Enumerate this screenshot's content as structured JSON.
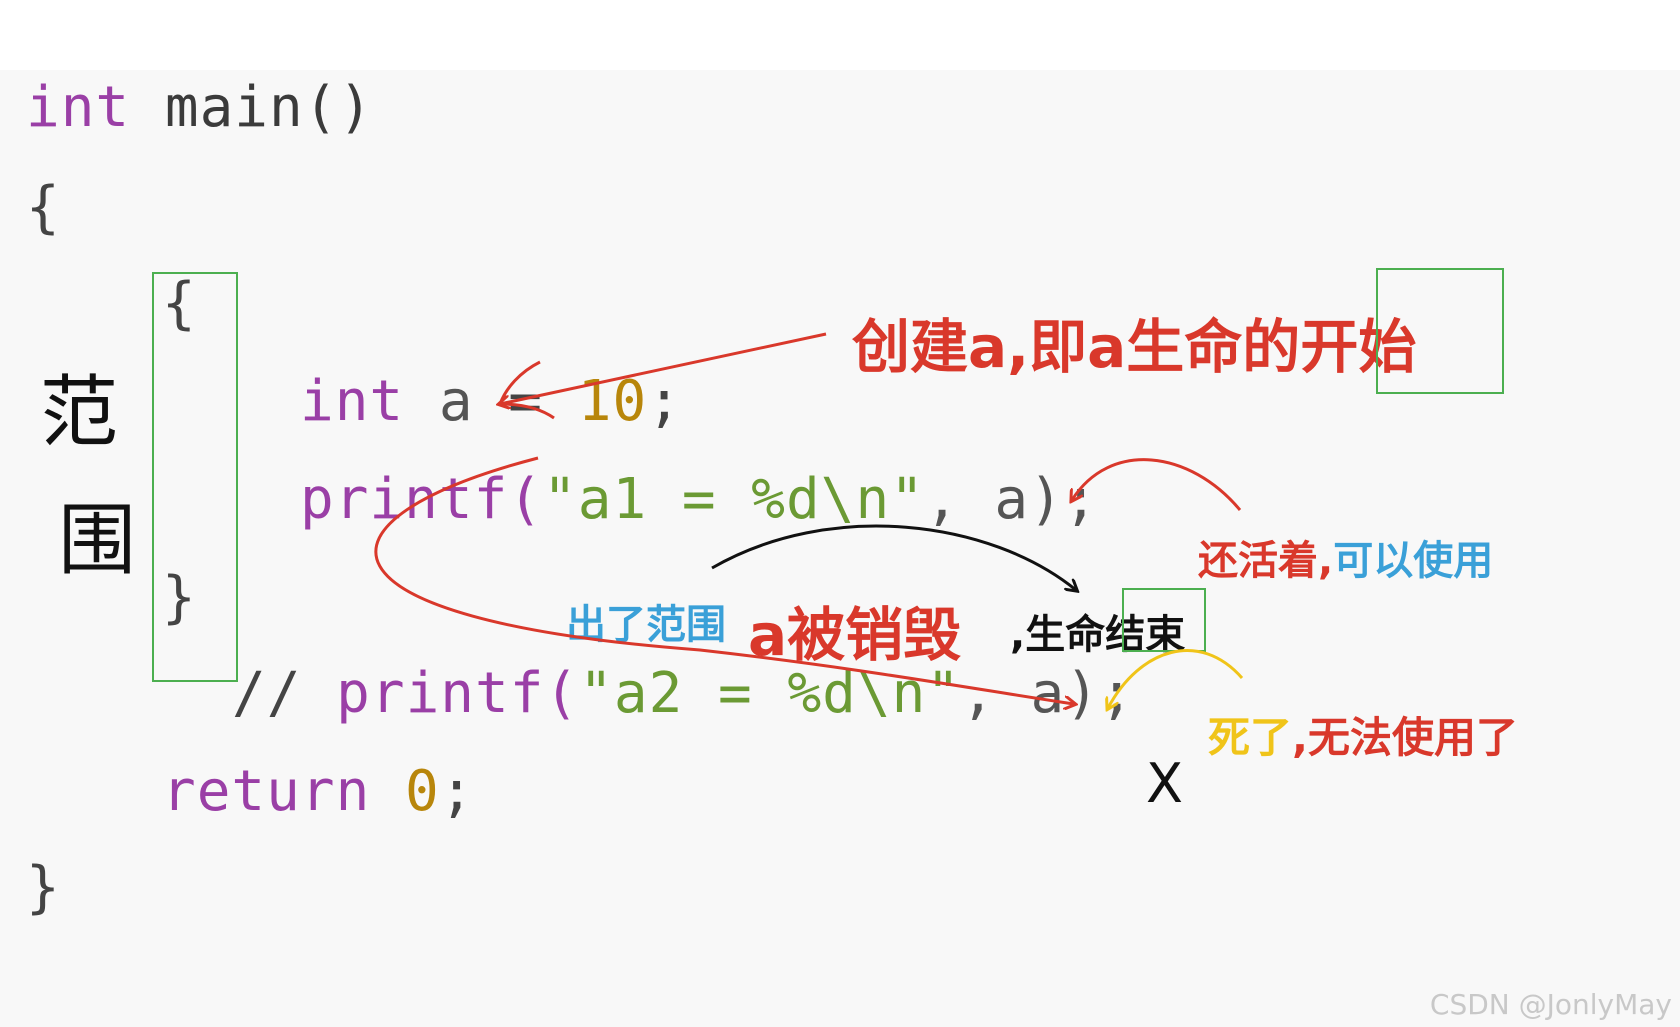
{
  "code": {
    "line1_kw": "int",
    "line1_fn": " main()",
    "line2": "{",
    "line3": "{",
    "line4_kw": "int",
    "line4_id": " a",
    "line4_op": " = ",
    "line4_num": "10",
    "line4_end": ";",
    "line5_fn": "printf(",
    "line5_str": "\"a1 = %d\\n\"",
    "line5_rest": ", a);",
    "line6": "}",
    "line7_cm": "//",
    "line7_fn": " printf(",
    "line7_str": "\"a2 = %d\\n\"",
    "line7_rest": ", a);",
    "line8_kw": "return",
    "line8_num": " 0",
    "line8_end": ";",
    "line9": "}"
  },
  "annotations": {
    "scope_char1": "范",
    "scope_char2": "围",
    "create_text": "创建a,即a生命的",
    "create_boxed": "开始",
    "alive_red": "还活着,",
    "alive_blue": "可以使用",
    "out_scope": "出了范围",
    "destroyed": "a被销毁",
    "life_prefix": ",生命",
    "life_boxed": "结束",
    "dead_yellow": "死了",
    "dead_red": ",无法使用了",
    "cross_mark": "X"
  },
  "colors": {
    "red": "#d9382b",
    "blue": "#3aa0d8",
    "yellow": "#f0c419",
    "green_box": "#4caf50",
    "black": "#111111"
  },
  "watermark": "CSDN @JonlyMay"
}
